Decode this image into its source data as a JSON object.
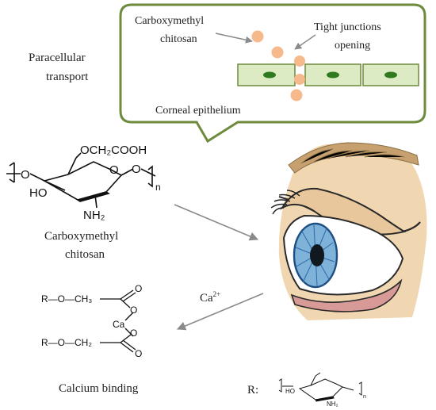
{
  "callout": {
    "paracellular_line1": "Paracellular",
    "paracellular_line2": "transport",
    "cmc_line1": "Carboxymethyl",
    "cmc_line2": "chitosan",
    "tj_line1": "Tight junctions",
    "tj_line2": "opening",
    "epithelium": "Corneal epithelium"
  },
  "structure": {
    "substituent": "OCH₂COOH",
    "ring_o": "O",
    "left_o": "O",
    "right_o": "O",
    "ho": "HO",
    "nh2": "NH₂",
    "n": "n",
    "name_line1": "Carboxymethyl",
    "name_line2": "chitosan"
  },
  "calcium": {
    "ion_label": "Ca",
    "ion_charge": "2+",
    "top_r": "R—O—CH₃",
    "bottom_r": "R—O—CH₂",
    "ca": "Ca",
    "o_top_carbonyl": "O",
    "o_top_ester": "O",
    "o_bottom_ester": "O",
    "o_bottom_carbonyl": "O",
    "label": "Calcium binding"
  },
  "r_group": {
    "label": "R:",
    "ho": "HO",
    "nh2": "NH₂",
    "n": "n"
  },
  "colors": {
    "callout_border": "#6e8a3c",
    "cell_fill": "#dcebc4",
    "cell_border": "#6e8a3c",
    "nucleus": "#2f7a1f",
    "particle": "#f5b98c",
    "arrow": "#8a8a8a"
  }
}
